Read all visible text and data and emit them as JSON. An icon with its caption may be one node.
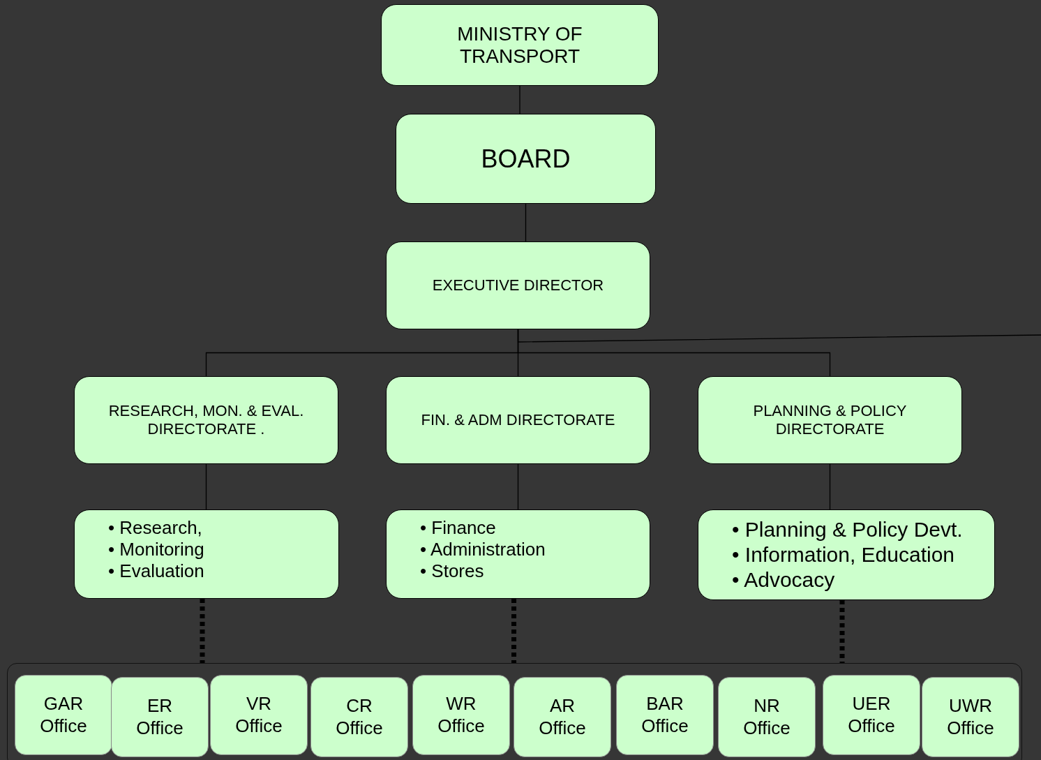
{
  "diagram": {
    "nodes": [
      {
        "text": [
          "MINISTRY OF TRANSPORT"
        ]
      },
      {
        "text": [
          "BOARD"
        ]
      },
      {
        "text": [
          "EXECUTIVE DIRECTOR"
        ]
      },
      {
        "text": [
          "RESEARCH, MON. & EVAL. DIRECTORATE ."
        ]
      },
      {
        "text": [
          "FIN. & ADM DIRECTORATE"
        ]
      },
      {
        "text": [
          "PLANNING & POLICY DIRECTORATE"
        ]
      },
      {
        "text": [
          "• Research,",
          "• Monitoring",
          "• Evaluation"
        ]
      },
      {
        "text": [
          "• Finance",
          "• Administration",
          "• Stores"
        ]
      },
      {
        "text": [
          "• Planning & Policy Devt.",
          "• Information, Education",
          "• Advocacy"
        ]
      },
      {
        "text": [],
        "shape": "box"
      },
      {
        "text": [
          "GAR Office"
        ],
        "in": 9
      },
      {
        "text": [
          "ER Office"
        ],
        "in": 9
      },
      {
        "text": [
          "VR Office"
        ],
        "in": 9
      },
      {
        "text": [
          "CR Office"
        ],
        "in": 9
      },
      {
        "text": [
          "WR Office"
        ],
        "in": 9
      },
      {
        "text": [
          "AR Office"
        ],
        "in": 9
      },
      {
        "text": [
          "BAR Office"
        ],
        "in": 9
      },
      {
        "text": [
          "NR Office"
        ],
        "in": 9
      },
      {
        "text": [
          "UER Office"
        ],
        "in": 9
      },
      {
        "text": [
          "UWR Office"
        ],
        "in": 9
      }
    ],
    "edges": [
      {
        "from": 0,
        "to": 1,
        "arrow": "none"
      },
      {
        "from": 1,
        "to": 2,
        "arrow": "none"
      },
      {
        "from": 2,
        "to": 3,
        "arrow": "none"
      },
      {
        "from": 2,
        "to": 4,
        "arrow": "none"
      },
      {
        "from": 2,
        "to": 5,
        "arrow": "none"
      },
      {
        "from": 2,
        "to": null,
        "arrow": "none"
      },
      {
        "from": 3,
        "to": 6,
        "arrow": "none"
      },
      {
        "from": 4,
        "to": 7,
        "arrow": "none"
      },
      {
        "from": 5,
        "to": 8,
        "arrow": "none"
      },
      {
        "from": 6,
        "to": 9,
        "arrow": "none",
        "style": "dashed"
      },
      {
        "from": 7,
        "to": 9,
        "arrow": "none",
        "style": "dashed"
      },
      {
        "from": 8,
        "to": 9,
        "arrow": "none",
        "style": "dashed"
      }
    ]
  }
}
